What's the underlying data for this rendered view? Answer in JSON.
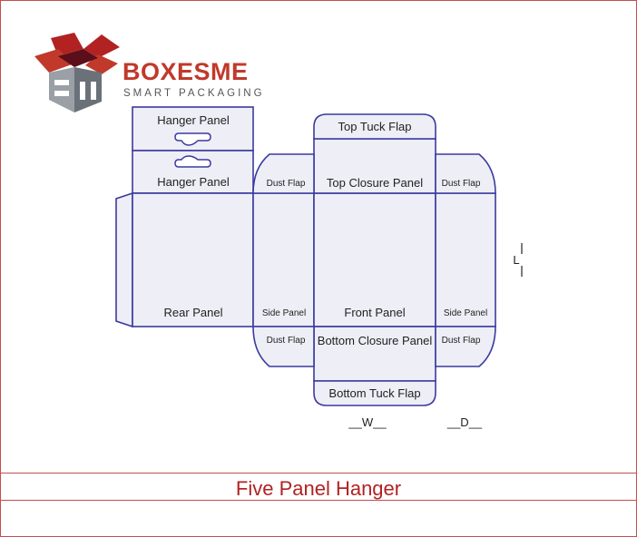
{
  "logo": {
    "brand": "BOXESME",
    "tagline": "SMART PACKAGING",
    "brand_color": "#c0392b"
  },
  "title": "Five Panel Hanger",
  "colors": {
    "border": "#c0504d",
    "line": "#3a3aa0",
    "fill": "#eeeef6"
  },
  "panels": {
    "hanger_top": "Hanger Panel",
    "hanger_bottom": "Hanger Panel",
    "top_tuck": "Top Tuck Flap",
    "top_closure": "Top Closure Panel",
    "dust_flap_tl": "Dust Flap",
    "dust_flap_tr": "Dust Flap",
    "rear": "Rear Panel",
    "side_left": "Side Panel",
    "front": "Front Panel",
    "side_right": "Side Panel",
    "dust_flap_bl": "Dust Flap",
    "bottom_closure": "Bottom Closure Panel",
    "dust_flap_br": "Dust Flap",
    "bottom_tuck": "Bottom Tuck Flap"
  },
  "dimensions": {
    "width": "__W__",
    "depth": "__D__",
    "length": "L"
  }
}
